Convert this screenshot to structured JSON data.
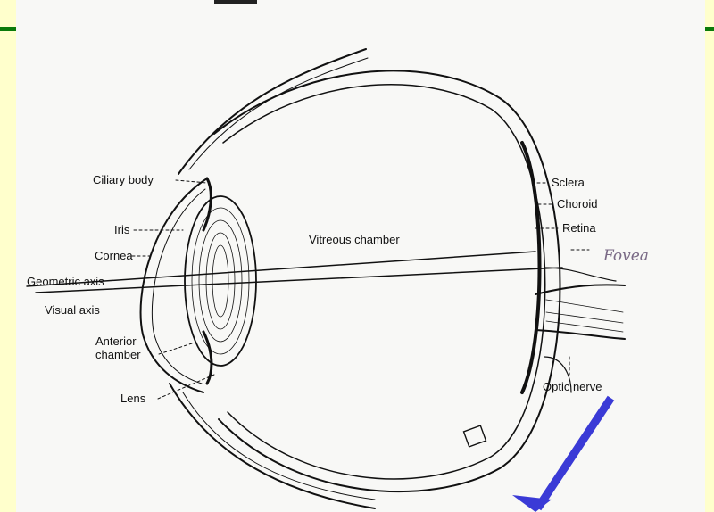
{
  "slide": {
    "background": "#ffffcc",
    "band_color": "#0a7a0a",
    "arrow_color": "#3a3ad6"
  },
  "diagram": {
    "labels": {
      "ciliary_body": "Ciliary body",
      "iris": "Iris",
      "cornea": "Cornea",
      "geometric_axis": "Geometric axis",
      "visual_axis": "Visual axis",
      "anterior_chamber": "Anterior",
      "anterior_chamber_2": "chamber",
      "lens": "Lens",
      "vitreous_chamber": "Vitreous chamber",
      "sclera": "Sclera",
      "choroid": "Choroid",
      "retina": "Retina",
      "optic_nerve": "Optic nerve"
    },
    "handwritten": {
      "fovea": "Fovea"
    },
    "arrow_icon": "down-left-arrow-icon"
  }
}
